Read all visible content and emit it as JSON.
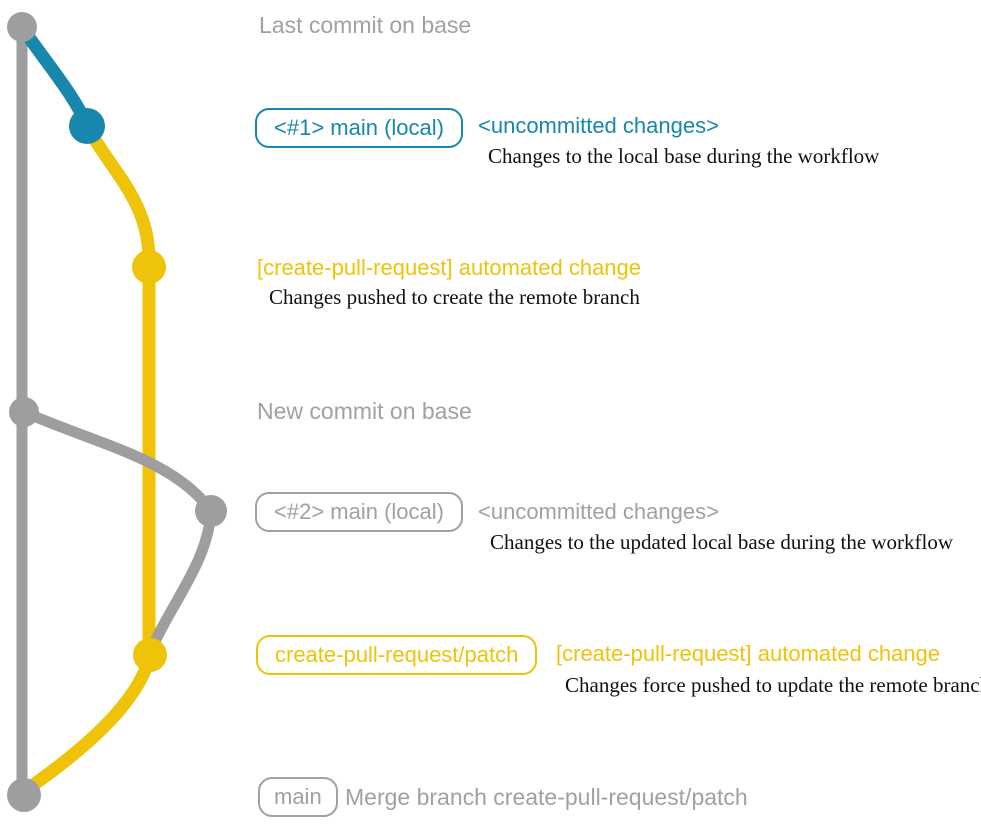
{
  "colors": {
    "gray_line": "#9e9e9e",
    "gray_text": "#a1a1a1",
    "blue": "#1787ad",
    "yellow": "#f0c30b",
    "ink": "#111111",
    "background": "#ffffff"
  },
  "annotations": {
    "last_commit": "Last commit on base",
    "new_commit": "New commit on base",
    "merge_commit": "Merge branch create-pull-request/patch"
  },
  "rows": {
    "row1": {
      "badge": "<#1> main (local)",
      "status": "<uncommitted changes>",
      "desc": "Changes to the local base during the workflow"
    },
    "row2": {
      "title": "[create-pull-request] automated change",
      "desc": "Changes pushed to create the remote branch"
    },
    "row3": {
      "badge": "<#2> main (local)",
      "status": "<uncommitted changes>",
      "desc": "Changes to the updated local base during the workflow"
    },
    "row4": {
      "badge": "create-pull-request/patch",
      "title": "[create-pull-request] automated change",
      "desc": "Changes force pushed to update the remote branch"
    },
    "row5": {
      "badge": "main"
    }
  }
}
